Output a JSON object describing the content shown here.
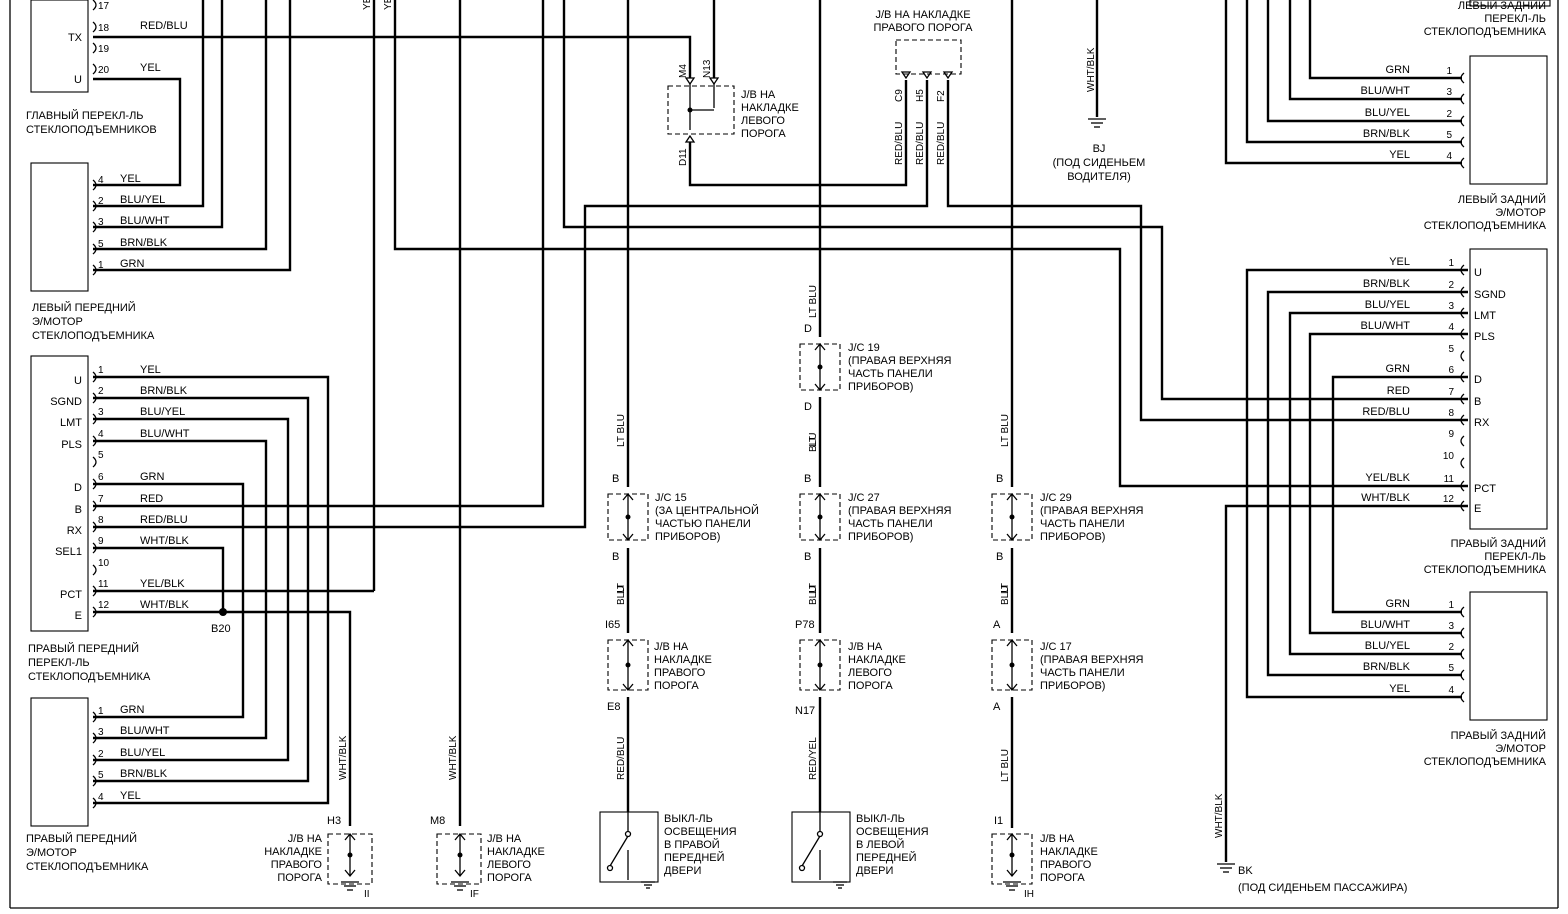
{
  "colors": {
    "wire": "#000000",
    "background": "#ffffff"
  },
  "components": {
    "main_switch": {
      "label": "ГЛАВНЫЙ ПЕРЕКЛ-ЛЬ\nСТЕКЛОПОДЪЕМНИКОВ",
      "pins": [
        {
          "num": "17",
          "name": "",
          "wire": ""
        },
        {
          "num": "18",
          "name": "TX",
          "wire": "RED/BLU"
        },
        {
          "num": "19",
          "name": "",
          "wire": ""
        },
        {
          "num": "20",
          "name": "U",
          "wire": "YEL"
        }
      ]
    },
    "lf_motor": {
      "label": "ЛЕВЫЙ ПЕРЕДНИЙ\nЭ/МОТОР\nСТЕКЛОПОДЪЕМНИКА",
      "pins": [
        {
          "num": "4",
          "wire": "YEL"
        },
        {
          "num": "2",
          "wire": "BLU/YEL"
        },
        {
          "num": "3",
          "wire": "BLU/WHT"
        },
        {
          "num": "5",
          "wire": "BRN/BLK"
        },
        {
          "num": "1",
          "wire": "GRN"
        }
      ]
    },
    "rf_switch": {
      "label": "ПРАВЫЙ ПЕРЕДНИЙ\nПЕРЕКЛ-ЛЬ\nСТЕКЛОПОДЪЕМНИКА",
      "pins": [
        {
          "num": "1",
          "name": "U",
          "wire": "YEL"
        },
        {
          "num": "2",
          "name": "SGND",
          "wire": "BRN/BLK"
        },
        {
          "num": "3",
          "name": "LMT",
          "wire": "BLU/YEL"
        },
        {
          "num": "4",
          "name": "PLS",
          "wire": "BLU/WHT"
        },
        {
          "num": "5",
          "name": "",
          "wire": ""
        },
        {
          "num": "6",
          "name": "D",
          "wire": "GRN"
        },
        {
          "num": "7",
          "name": "B",
          "wire": "RED"
        },
        {
          "num": "8",
          "name": "RX",
          "wire": "RED/BLU"
        },
        {
          "num": "9",
          "name": "SEL1",
          "wire": "WHT/BLK"
        },
        {
          "num": "10",
          "name": "",
          "wire": ""
        },
        {
          "num": "11",
          "name": "PCT",
          "wire": "YEL/BLK"
        },
        {
          "num": "12",
          "name": "E",
          "wire": "WHT/BLK"
        }
      ]
    },
    "rf_motor": {
      "label": "ПРАВЫЙ ПЕРЕДНИЙ\nЭ/МОТОР\nСТЕКЛОПОДЪЕМНИКА",
      "pins": [
        {
          "num": "1",
          "wire": "GRN"
        },
        {
          "num": "3",
          "wire": "BLU/WHT"
        },
        {
          "num": "2",
          "wire": "BLU/YEL"
        },
        {
          "num": "5",
          "wire": "BRN/BLK"
        },
        {
          "num": "4",
          "wire": "YEL"
        }
      ]
    },
    "lr_switch": {
      "label": "ЛЕВЫЙ ЗАДНИЙ\nПЕРЕКЛ-ЛЬ\nСТЕКЛОПОДЪЕМНИКА"
    },
    "lr_motor": {
      "label": "ЛЕВЫЙ ЗАДНИЙ\nЭ/МОТОР\nСТЕКЛОПОДЪЕМНИКА",
      "pins": [
        {
          "num": "1",
          "wire": "GRN"
        },
        {
          "num": "3",
          "wire": "BLU/WHT"
        },
        {
          "num": "2",
          "wire": "BLU/YEL"
        },
        {
          "num": "5",
          "wire": "BRN/BLK"
        },
        {
          "num": "4",
          "wire": "YEL"
        }
      ]
    },
    "rr_switch": {
      "label": "ПРАВЫЙ ЗАДНИЙ\nПЕРЕКЛ-ЛЬ\nСТЕКЛОПОДЪЕМНИКА",
      "pins": [
        {
          "num": "1",
          "name": "U",
          "wire": "YEL"
        },
        {
          "num": "2",
          "name": "SGND",
          "wire": "BRN/BLK"
        },
        {
          "num": "3",
          "name": "LMT",
          "wire": "BLU/YEL"
        },
        {
          "num": "4",
          "name": "PLS",
          "wire": "BLU/WHT"
        },
        {
          "num": "5",
          "name": "",
          "wire": ""
        },
        {
          "num": "6",
          "name": "D",
          "wire": "GRN"
        },
        {
          "num": "7",
          "name": "B",
          "wire": "RED"
        },
        {
          "num": "8",
          "name": "RX",
          "wire": "RED/BLU"
        },
        {
          "num": "9",
          "name": "",
          "wire": ""
        },
        {
          "num": "10",
          "name": "",
          "wire": ""
        },
        {
          "num": "11",
          "name": "PCT",
          "wire": "YEL/BLK"
        },
        {
          "num": "12",
          "name": "E",
          "wire": "WHT/BLK"
        }
      ]
    },
    "rr_motor": {
      "label": "ПРАВЫЙ ЗАДНИЙ\nЭ/МОТОР\nСТЕКЛОПОДЪЕМНИКА",
      "pins": [
        {
          "num": "1",
          "wire": "GRN"
        },
        {
          "num": "3",
          "wire": "BLU/WHT"
        },
        {
          "num": "2",
          "wire": "BLU/YEL"
        },
        {
          "num": "5",
          "wire": "BRN/BLK"
        },
        {
          "num": "4",
          "wire": "YEL"
        }
      ]
    }
  },
  "junctions": {
    "jb_left_sill_top": {
      "label": "J/B НА\nНАКЛАДКЕ\nЛЕВОГО\nПОРОГА",
      "pins": [
        "M4",
        "N13",
        "D11"
      ]
    },
    "jb_right_sill_top": {
      "label": "J/B НА НАКЛАДКЕ\nПРАВОГО ПОРОГА",
      "pins": [
        "C9",
        "H5",
        "F2"
      ],
      "wires": [
        "RED/BLU",
        "RED/BLU",
        "RED/BLU"
      ]
    },
    "jc19": {
      "label": "J/C 19\n(ПРАВАЯ ВЕРХНЯЯ\nЧАСТЬ ПАНЕЛИ\nПРИБОРОВ)",
      "pins": [
        "D",
        "D"
      ]
    },
    "jc15": {
      "label": "J/C 15\n(ЗА ЦЕНТРАЛЬНОЙ\nЧАСТЬЮ ПАНЕЛИ\nПРИБОРОВ)",
      "pins": [
        "B",
        "B"
      ]
    },
    "jc27": {
      "label": "J/C 27\n(ПРАВАЯ ВЕРХНЯЯ\nЧАСТЬ ПАНЕЛИ\nПРИБОРОВ)",
      "pins": [
        "B",
        "B"
      ]
    },
    "jc29": {
      "label": "J/C 29\n(ПРАВАЯ ВЕРХНЯЯ\nЧАСТЬ ПАНЕЛИ\nПРИБОРОВ)",
      "pins": [
        "B",
        "B"
      ]
    },
    "jb_right_sill_i65": {
      "label": "J/B НА\nНАКЛАДКЕ\nПРАВОГО\nПОРОГА",
      "pins": [
        "I65",
        "E8"
      ]
    },
    "jb_left_sill_p78": {
      "label": "J/B НА\nНАКЛАДКЕ\nЛЕВОГО\nПОРОГА",
      "pins": [
        "P78",
        "N17"
      ]
    },
    "jc17": {
      "label": "J/C 17\n(ПРАВАЯ ВЕРХНЯЯ\nЧАСТЬ ПАНЕЛИ\nПРИБОРОВ)",
      "pins": [
        "A",
        "A"
      ]
    },
    "jb_right_sill_h3": {
      "label": "J/B НА\nНАКЛАДКЕ\nПРАВОГО\nПОРОГА",
      "pin": "H3",
      "ground": "II"
    },
    "jb_left_sill_m8": {
      "label": "J/B НА\nНАКЛАДКЕ\nЛЕВОГО\nПОРОГА",
      "pin": "M8",
      "ground": "IF"
    },
    "jb_right_sill_i1": {
      "label": "J/B НА\nНАКЛАДКЕ\nПРАВОГО\nПОРОГА",
      "pin": "I1",
      "ground": "IH"
    },
    "b20": {
      "label": "B20"
    }
  },
  "grounds": {
    "bj": {
      "label": "BJ\n(ПОД СИДЕНЬЕМ\nВОДИТЕЛЯ)",
      "wire": "WHT/BLK"
    },
    "bk": {
      "label": "BK\n(ПОД СИДЕНЬЕМ ПАССАЖИРА)",
      "wire": "WHT/BLK"
    }
  },
  "door_switches": {
    "right": {
      "label": "ВЫКЛ-ЛЬ\nОСВЕЩЕНИЯ\nВ ПРАВОЙ\nПЕРЕДНЕЙ\nДВЕРИ"
    },
    "left": {
      "label": "ВЫКЛ-ЛЬ\nОСВЕЩЕНИЯ\nВ ЛЕВОЙ\nПЕРЕДНЕЙ\nДВЕРИ"
    }
  },
  "wire_labels": {
    "lt_blu": "LT BLU",
    "lt": "LT",
    "blu": "BLU",
    "red_blu": "RED/BLU",
    "red_yel": "RED/YEL",
    "wht_blk": "WHT/BLK",
    "yel_top": "YE"
  }
}
